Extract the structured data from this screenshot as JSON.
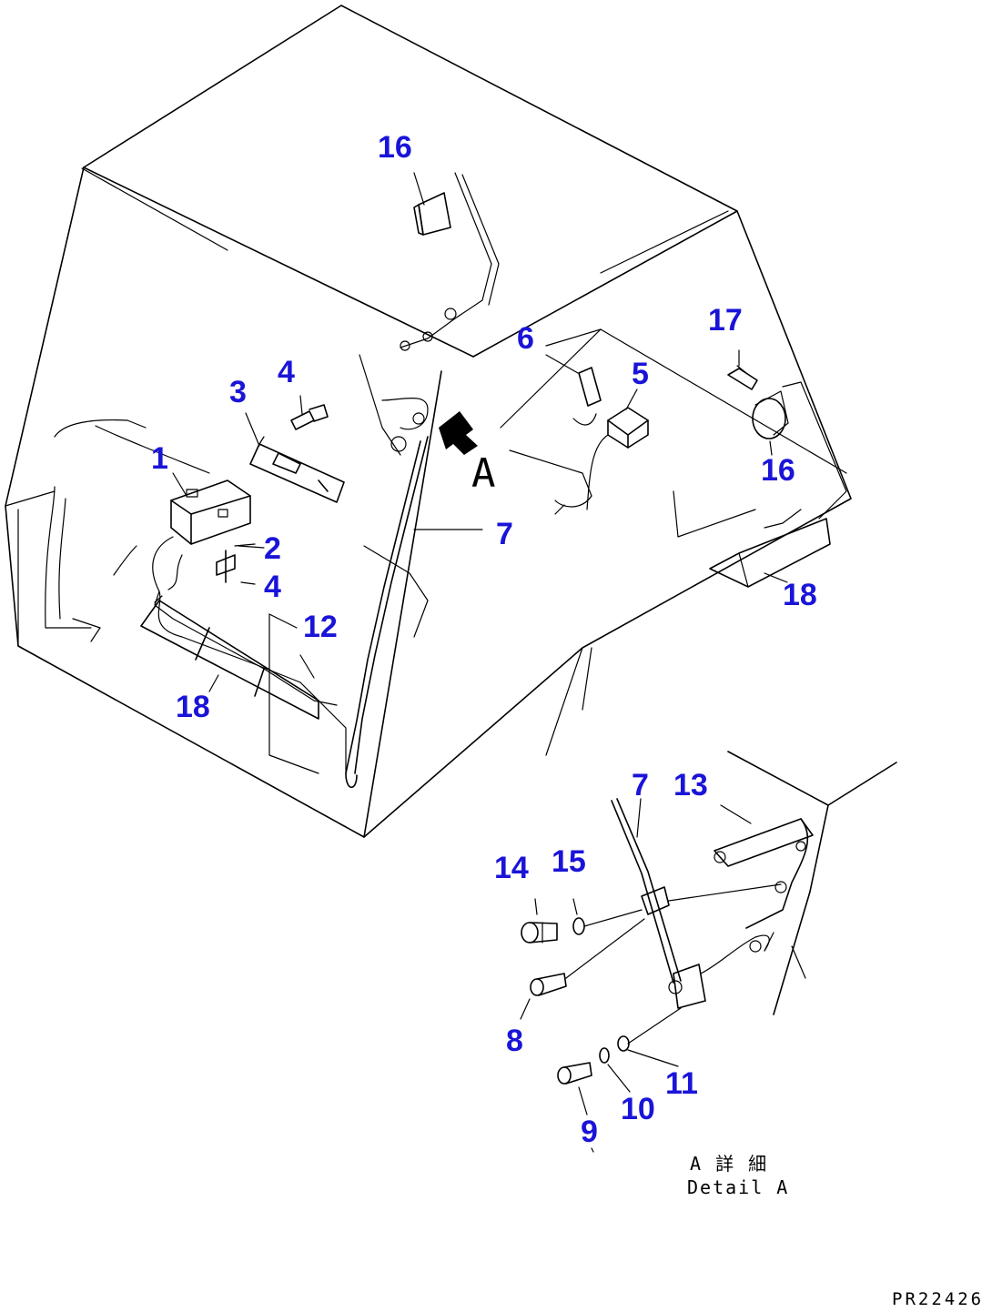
{
  "callouts": {
    "c1": "1",
    "c2": "2",
    "c3": "3",
    "c4a": "4",
    "c4b": "4",
    "c5": "5",
    "c6": "6",
    "c7a": "7",
    "c7b": "7",
    "c8": "8",
    "c9": "9",
    "c10": "10",
    "c11": "11",
    "c12": "12",
    "c13": "13",
    "c14": "14",
    "c15": "15",
    "c16a": "16",
    "c16b": "16",
    "c17": "17",
    "c18a": "18",
    "c18b": "18"
  },
  "view_marker": "A",
  "detail": {
    "line1": "A 詳 細",
    "line2": "Detail A"
  },
  "drawing_code": "PR22426",
  "colors": {
    "callout": "#1a14d8",
    "line": "#000000"
  }
}
